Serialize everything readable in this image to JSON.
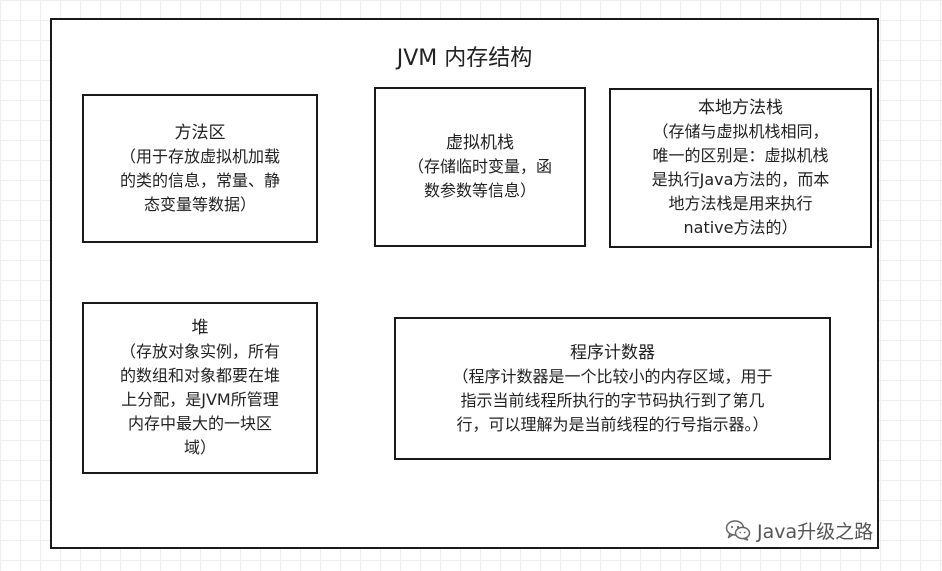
{
  "diagram": {
    "title": "JVM 内存结构",
    "boxes": [
      {
        "title": "方法区",
        "desc_lines": [
          "（用于存放虚拟机加载",
          "的类的信息，常量、静",
          "态变量等数据）"
        ]
      },
      {
        "title": "虚拟机栈",
        "desc_lines": [
          "（存储临时变量，函",
          "数参数等信息）"
        ]
      },
      {
        "title": "本地方法栈",
        "desc_lines": [
          "（存储与虚拟机栈相同，",
          "唯一的区别是：虚拟机栈",
          "是执行Java方法的，而本",
          "地方法栈是用来执行",
          "native方法的）"
        ]
      },
      {
        "title": "堆",
        "desc_lines": [
          "（存放对象实例，所有",
          "的数组和对象都要在堆",
          "上分配，是JVM所管理",
          "内存中最大的一块区",
          "域）"
        ]
      },
      {
        "title": "程序计数器",
        "desc_lines": [
          "（程序计数器是一个比较小的内存区域，用于",
          "指示当前线程所执行的字节码执行到了第几",
          "行，可以理解为是当前线程的行号指示器。）"
        ]
      }
    ]
  },
  "watermark": {
    "text": "Java升级之路",
    "icon": "wechat-icon"
  }
}
